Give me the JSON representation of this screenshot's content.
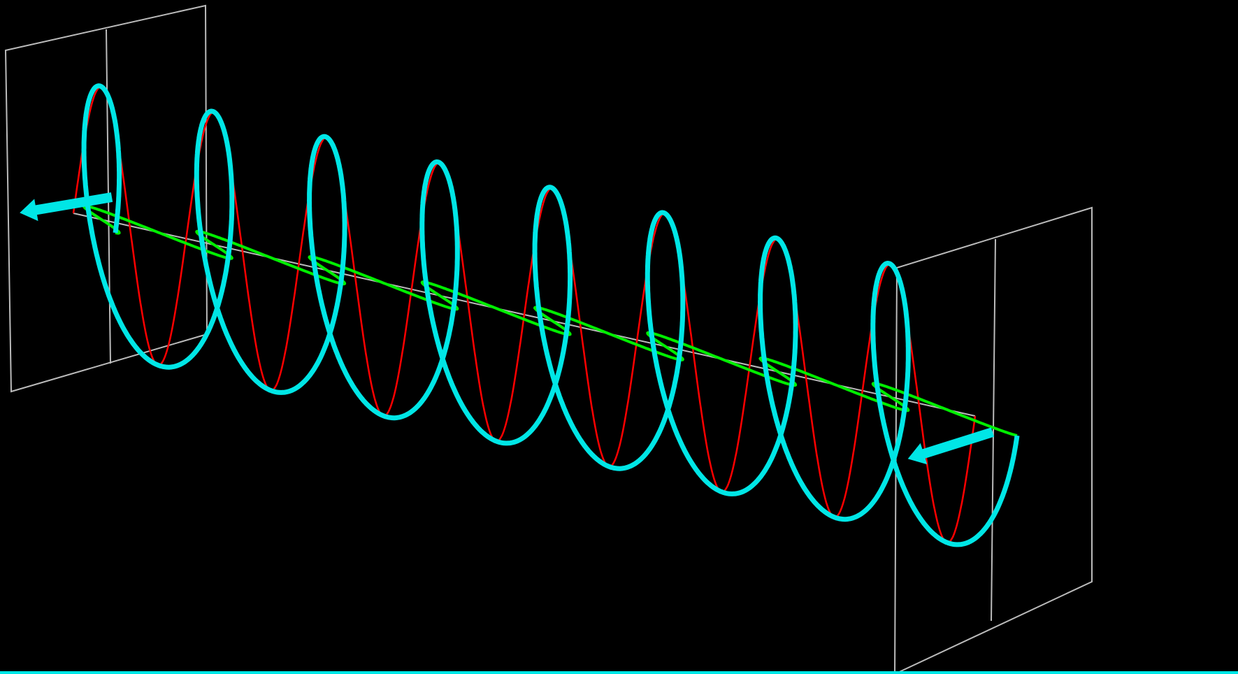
{
  "scene": {
    "type": "circularly-polarized-wave-3d",
    "background_color": "#000000",
    "helix_color": "#00e6e6",
    "vertical_component_color": "#ff0000",
    "horizontal_component_color": "#00ee00",
    "frame_color": "#bbbbbb",
    "bottom_strip_color": "#00e6e6",
    "helix_loops": 8,
    "arrows": [
      "start-arrow",
      "end-arrow"
    ],
    "planes": [
      "start-plane",
      "end-plane"
    ]
  }
}
